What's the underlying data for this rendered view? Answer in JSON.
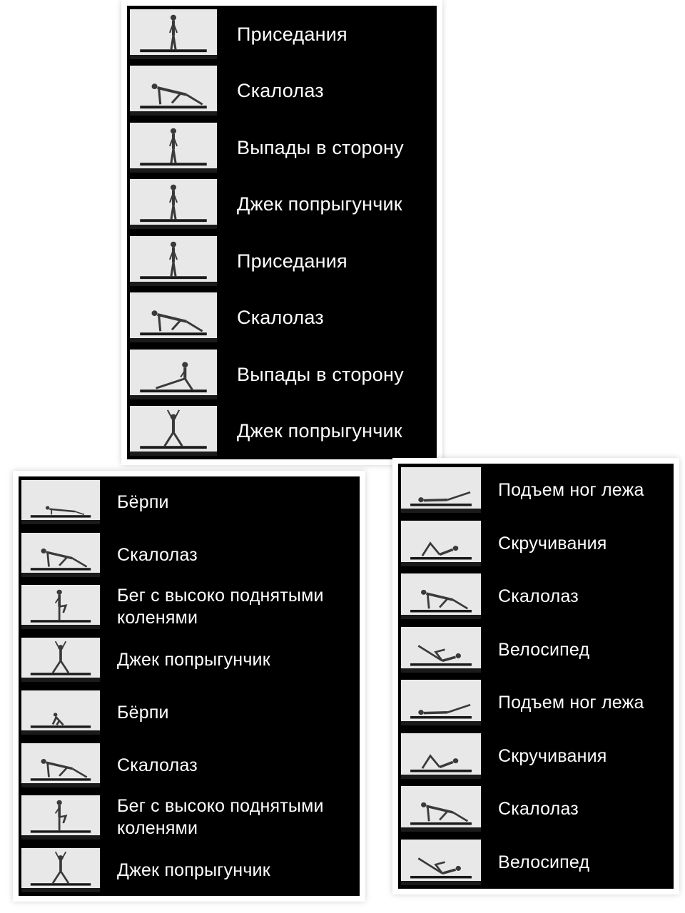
{
  "panels": {
    "top": {
      "items": [
        {
          "label": "Приседания",
          "pose": "stand"
        },
        {
          "label": "Скалолаз",
          "pose": "plank"
        },
        {
          "label": "Выпады в сторону",
          "pose": "stand"
        },
        {
          "label": "Джек попрыгунчик",
          "pose": "stand"
        },
        {
          "label": "Приседания",
          "pose": "stand"
        },
        {
          "label": "Скалолаз",
          "pose": "plank"
        },
        {
          "label": "Выпады в сторону",
          "pose": "lunge"
        },
        {
          "label": "Джек попрыгунчик",
          "pose": "jack"
        }
      ]
    },
    "left": {
      "items": [
        {
          "label": "Бёрпи",
          "pose": "plank-low"
        },
        {
          "label": "Скалолаз",
          "pose": "plank"
        },
        {
          "label": "Бег с высоко поднятыми коленями",
          "pose": "knee"
        },
        {
          "label": "Джек попрыгунчик",
          "pose": "jack"
        },
        {
          "label": "Бёрпи",
          "pose": "crouch"
        },
        {
          "label": "Скалолаз",
          "pose": "plank"
        },
        {
          "label": "Бег с высоко поднятыми коленями",
          "pose": "knee"
        },
        {
          "label": "Джек попрыгунчик",
          "pose": "jack"
        }
      ]
    },
    "right": {
      "items": [
        {
          "label": "Подъем ног лежа",
          "pose": "lying"
        },
        {
          "label": "Скручивания",
          "pose": "crunch"
        },
        {
          "label": "Скалолаз",
          "pose": "plank"
        },
        {
          "label": "Велосипед",
          "pose": "bicycle"
        },
        {
          "label": "Подъем ног лежа",
          "pose": "lying"
        },
        {
          "label": "Скручивания",
          "pose": "crunch"
        },
        {
          "label": "Скалолаз",
          "pose": "plank"
        },
        {
          "label": "Велосипед",
          "pose": "bicycle"
        }
      ]
    }
  },
  "colors": {
    "panel_bg": "#000000",
    "text": "#ffffff",
    "thumb_bg": "#e8e8e8",
    "mat": "#1a1a1a",
    "figure": "#3a3a3a"
  }
}
